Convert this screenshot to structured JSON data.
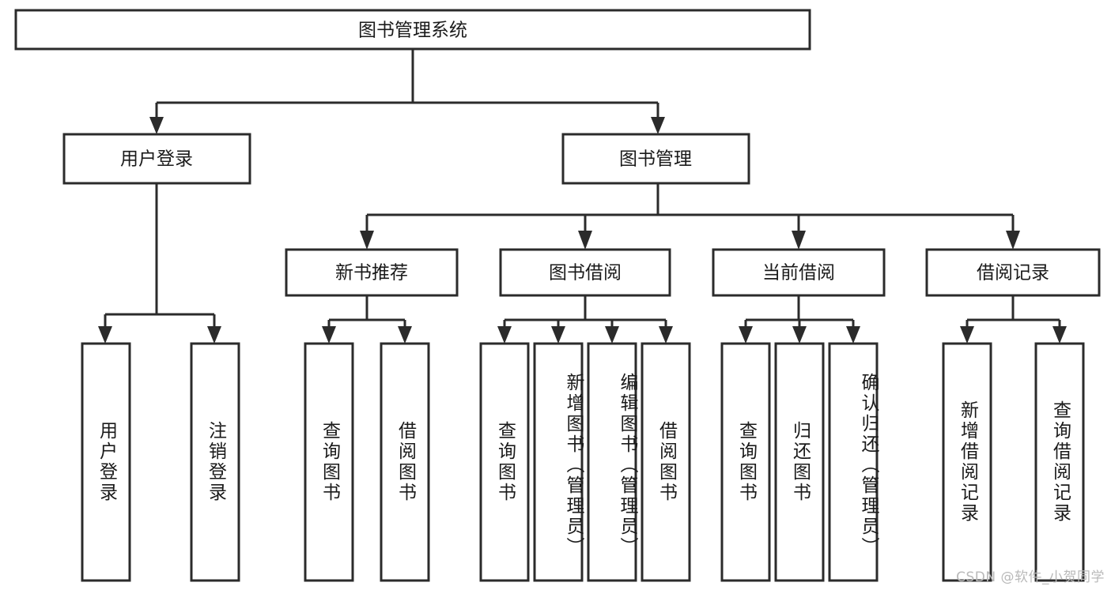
{
  "diagram": {
    "type": "tree-hierarchy",
    "title": "图书管理系统",
    "orientation": "top-down",
    "levels": 4,
    "colors": {
      "box_fill": "#ffffff",
      "box_stroke": "#2b2b2b",
      "connector": "#2b2b2b",
      "text": "#1a1a1a",
      "watermark": "#b9b9b9"
    },
    "root": {
      "id": "root",
      "label": "图书管理系统",
      "orientation": "horizontal"
    },
    "level2": [
      {
        "id": "user-login",
        "label": "用户登录",
        "orientation": "horizontal"
      },
      {
        "id": "book-management",
        "label": "图书管理",
        "orientation": "horizontal"
      }
    ],
    "level3": [
      {
        "id": "new-book-recommend",
        "label": "新书推荐",
        "orientation": "horizontal",
        "parent": "book-management"
      },
      {
        "id": "book-borrow",
        "label": "图书借阅",
        "orientation": "horizontal",
        "parent": "book-management"
      },
      {
        "id": "current-borrow",
        "label": "当前借阅",
        "orientation": "horizontal",
        "parent": "book-management"
      },
      {
        "id": "borrow-record",
        "label": "借阅记录",
        "orientation": "horizontal",
        "parent": "book-management"
      }
    ],
    "leaves": [
      {
        "id": "leaf-user-login",
        "label": "用户登录",
        "parent": "user-login",
        "orientation": "vertical"
      },
      {
        "id": "leaf-user-logout",
        "label": "注销登录",
        "parent": "user-login",
        "orientation": "vertical"
      },
      {
        "id": "leaf-query-book-recommend",
        "label": "查询图书",
        "parent": "new-book-recommend",
        "orientation": "vertical"
      },
      {
        "id": "leaf-borrow-book-recommend",
        "label": "借阅图书",
        "parent": "new-book-recommend",
        "orientation": "vertical"
      },
      {
        "id": "leaf-query-book-borrow",
        "label": "查询图书",
        "parent": "book-borrow",
        "orientation": "vertical"
      },
      {
        "id": "leaf-add-book-admin",
        "label": "新增图书（管理员）",
        "parent": "book-borrow",
        "orientation": "vertical"
      },
      {
        "id": "leaf-edit-book-admin",
        "label": "编辑图书（管理员）",
        "parent": "book-borrow",
        "orientation": "vertical"
      },
      {
        "id": "leaf-borrow-book",
        "label": "借阅图书",
        "parent": "book-borrow",
        "orientation": "vertical"
      },
      {
        "id": "leaf-query-book-current",
        "label": "查询图书",
        "parent": "current-borrow",
        "orientation": "vertical"
      },
      {
        "id": "leaf-return-book",
        "label": "归还图书",
        "parent": "current-borrow",
        "orientation": "vertical"
      },
      {
        "id": "leaf-confirm-return-admin",
        "label": "确认归还（管理员）",
        "parent": "current-borrow",
        "orientation": "vertical"
      },
      {
        "id": "leaf-add-borrow-record",
        "label": "新增借阅记录",
        "parent": "borrow-record",
        "orientation": "vertical"
      },
      {
        "id": "leaf-query-borrow-record",
        "label": "查询借阅记录",
        "parent": "borrow-record",
        "orientation": "vertical"
      }
    ]
  },
  "watermark": {
    "text": "CSDN @软件_小贺同学"
  }
}
